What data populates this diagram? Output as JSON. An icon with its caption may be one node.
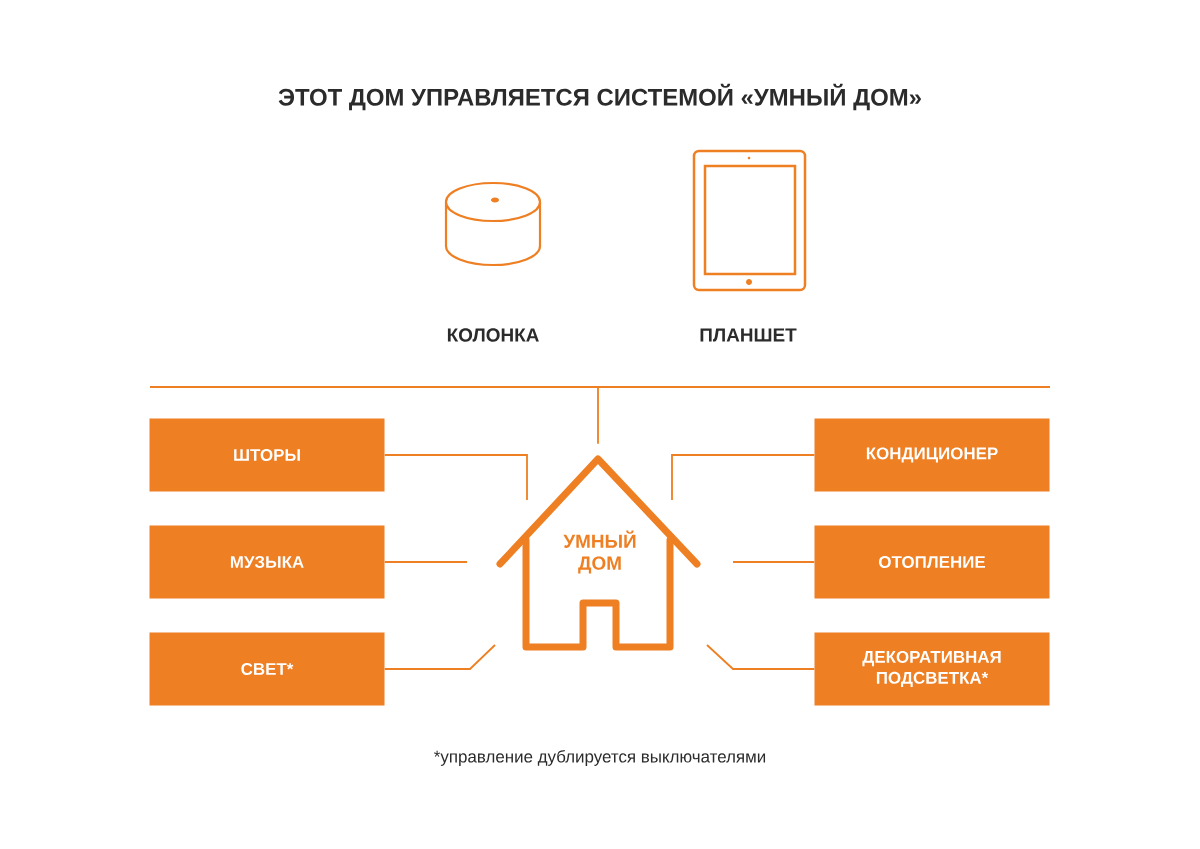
{
  "diagram": {
    "title": "ЭТОТ ДОМ УПРАВЛЯЕТСЯ СИСТЕМОЙ «УМНЫЙ ДОМ»",
    "caption": "*управление дублируется выключателями",
    "nodes": [
      {
        "text": [
          "УМНЫЙ ДОМ"
        ]
      },
      {
        "text": [
          "ШТОРЫ"
        ]
      },
      {
        "text": [
          "МУЗЫКА"
        ]
      },
      {
        "text": [
          "СВЕТ*"
        ]
      },
      {
        "text": [
          "КОНДИЦИОНЕР"
        ]
      },
      {
        "text": [
          "ОТОПЛЕНИЕ"
        ]
      },
      {
        "text": [
          "ДЕКОРАТИВНАЯ ПОДСВЕТКА*"
        ]
      }
    ],
    "edges": [
      {
        "from": null,
        "to": 0,
        "arrow": "none"
      },
      {
        "from": 1,
        "to": 0,
        "arrow": "none"
      },
      {
        "from": 2,
        "to": 0,
        "arrow": "none"
      },
      {
        "from": 3,
        "to": 0,
        "arrow": "none"
      },
      {
        "from": 4,
        "to": 0,
        "arrow": "none"
      },
      {
        "from": 5,
        "to": 0,
        "arrow": "none"
      },
      {
        "from": 6,
        "to": 0,
        "arrow": "none"
      }
    ],
    "labels": [
      "КОЛОНКА",
      "ПЛАНШЕТ"
    ]
  }
}
